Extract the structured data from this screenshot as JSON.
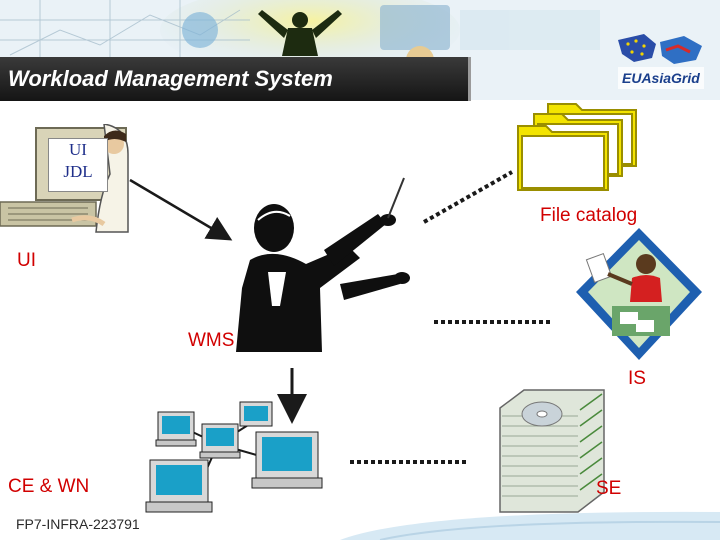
{
  "header": {
    "title": "Workload Management System",
    "logo_text": "EUAsiaGrid"
  },
  "labels": {
    "ui_screen_line1": "UI",
    "ui_screen_line2": "JDL",
    "ui": "UI",
    "wms": "WMS",
    "file_catalog": "File catalog",
    "is": "IS",
    "ce_wn": "CE & WN",
    "se": "SE"
  },
  "footer": {
    "project_code": "FP7-INFRA-223791"
  },
  "colors": {
    "label_red": "#d10000",
    "title_bar": "#1e1e1e",
    "connector": "#1a1a1a",
    "screen_text_blue": "#1f2f8a",
    "folder_yellow": "#f3e400",
    "is_diamond_blue": "#1e5fb0"
  }
}
